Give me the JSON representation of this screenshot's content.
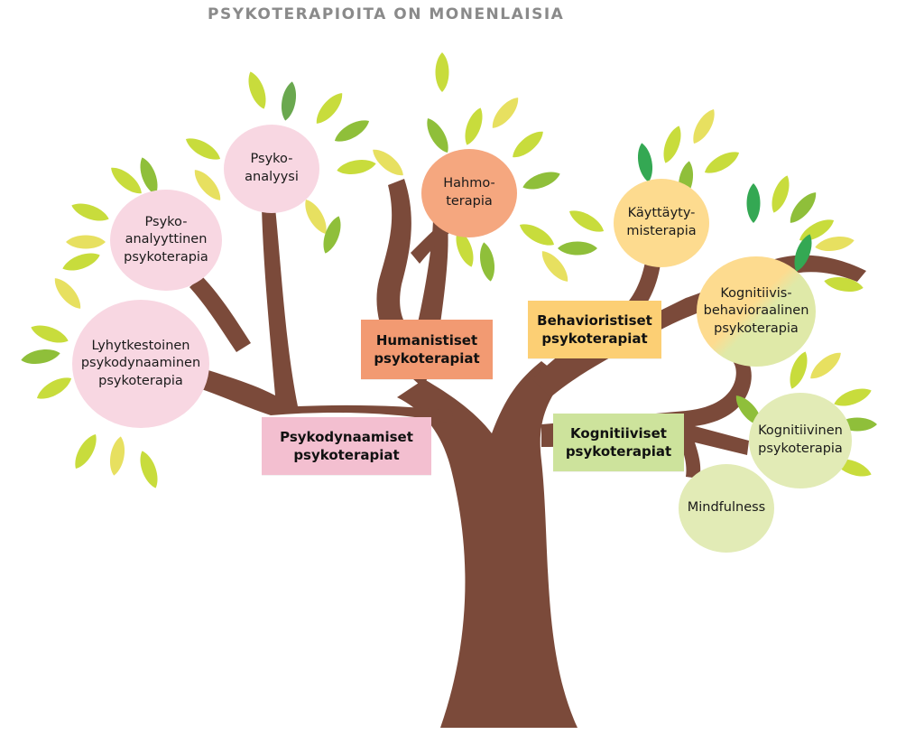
{
  "title": "PSYKOTERAPIOITA ON MONENLAISIA",
  "colors": {
    "trunk": "#7b4a3a",
    "pink": "#f6c6d6",
    "pink_light": "#fadfe8",
    "orange": "#f3a27a",
    "orange_light": "#f7b38f",
    "yellow": "#fbd27a",
    "yellow_light": "#fde3a3",
    "green_label": "#c9e29a",
    "green_light": "#e1eab4",
    "leaf_a": "#c8dc3c",
    "leaf_b": "#8fbf3a",
    "leaf_c": "#6aa84f",
    "leaf_d": "#e7e060",
    "leaf_e": "#34a853"
  },
  "branches": {
    "psykodynaamiset": "Psykodynaamiset\npsykoterapiat",
    "humanistiset": "Humanistiset\npsykoterapiat",
    "behavioristiset": "Behavioristiset\npsykoterapiat",
    "kognitiiviset": "Kognitiiviset\npsykoterapiat"
  },
  "therapies": {
    "psykoanalyysi": "Psyko-\nanalyysi",
    "psykoanalyyttinen": "Psyko-\nanalyyttinen\npsykoterapia",
    "lyhytkestoinen": "Lyhytkestoinen\npsykodynaaminen\npsykoterapia",
    "hahmoterapia": "Hahmo-\nterapia",
    "kayttaytymisterapia": "Käyttäyty-\nmisterapia",
    "kognitiivis_behavioraalinen": "Kognitiivis-\nbehavioraalinen\npsykoterapia",
    "kognitiivinen": "Kognitiivinen\npsykoterapia",
    "mindfulness": "Mindfulness"
  }
}
